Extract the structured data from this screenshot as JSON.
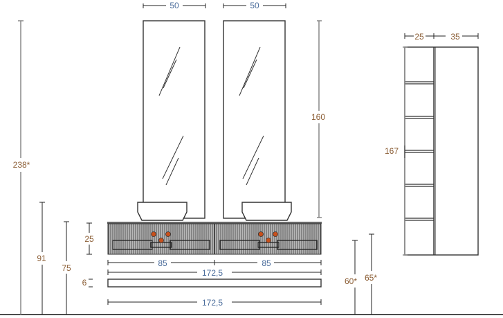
{
  "dimensions": {
    "mirror_left_width": "50",
    "mirror_right_width": "50",
    "mirror_height": "160",
    "total_height": "238*",
    "height_91": "91",
    "height_75": "75",
    "cabinet_height": "25",
    "shelf_thickness": "6",
    "module_left_width": "85",
    "module_right_width": "85",
    "cabinet_width": "172,5",
    "shelf_width": "172,5",
    "height_60": "60*",
    "height_65": "65*",
    "column_height": "167",
    "column_open_width": "25",
    "column_door_width": "35"
  },
  "colors": {
    "label_blue": "#4a6c9b",
    "label_brown": "#8a5c33",
    "tap_orange": "#c8501c"
  }
}
